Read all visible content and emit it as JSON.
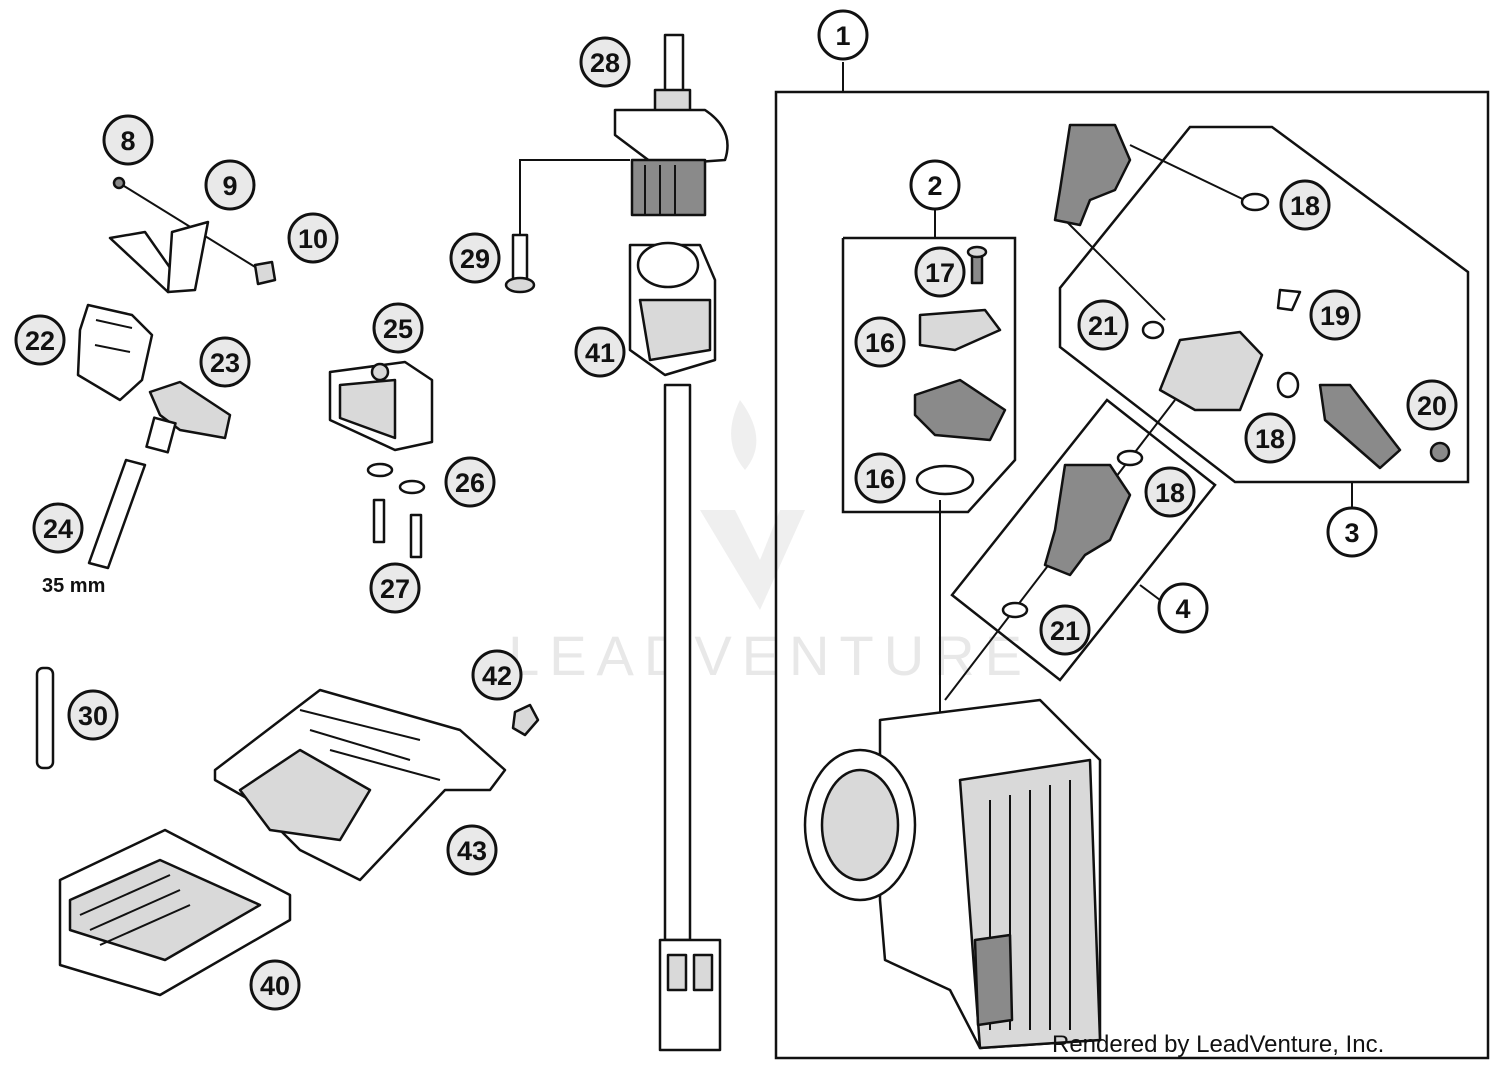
{
  "diagram": {
    "watermark": "LEADVENTURE",
    "credit": "Rendered by LeadVenture, Inc.",
    "dimension_label": "35 mm",
    "callouts": [
      {
        "id": "c1",
        "label": "1"
      },
      {
        "id": "c2",
        "label": "2"
      },
      {
        "id": "c3",
        "label": "3"
      },
      {
        "id": "c4",
        "label": "4"
      },
      {
        "id": "c8",
        "label": "8"
      },
      {
        "id": "c9",
        "label": "9"
      },
      {
        "id": "c10",
        "label": "10"
      },
      {
        "id": "c16a",
        "label": "16"
      },
      {
        "id": "c16b",
        "label": "16"
      },
      {
        "id": "c17",
        "label": "17"
      },
      {
        "id": "c18a",
        "label": "18"
      },
      {
        "id": "c18b",
        "label": "18"
      },
      {
        "id": "c18c",
        "label": "18"
      },
      {
        "id": "c19",
        "label": "19"
      },
      {
        "id": "c20",
        "label": "20"
      },
      {
        "id": "c21a",
        "label": "21"
      },
      {
        "id": "c21b",
        "label": "21"
      },
      {
        "id": "c22",
        "label": "22"
      },
      {
        "id": "c23",
        "label": "23"
      },
      {
        "id": "c24",
        "label": "24"
      },
      {
        "id": "c25",
        "label": "25"
      },
      {
        "id": "c26",
        "label": "26"
      },
      {
        "id": "c27",
        "label": "27"
      },
      {
        "id": "c28",
        "label": "28"
      },
      {
        "id": "c29",
        "label": "29"
      },
      {
        "id": "c30",
        "label": "30"
      },
      {
        "id": "c40",
        "label": "40"
      },
      {
        "id": "c41",
        "label": "41"
      },
      {
        "id": "c42",
        "label": "42"
      },
      {
        "id": "c43",
        "label": "43"
      }
    ]
  }
}
